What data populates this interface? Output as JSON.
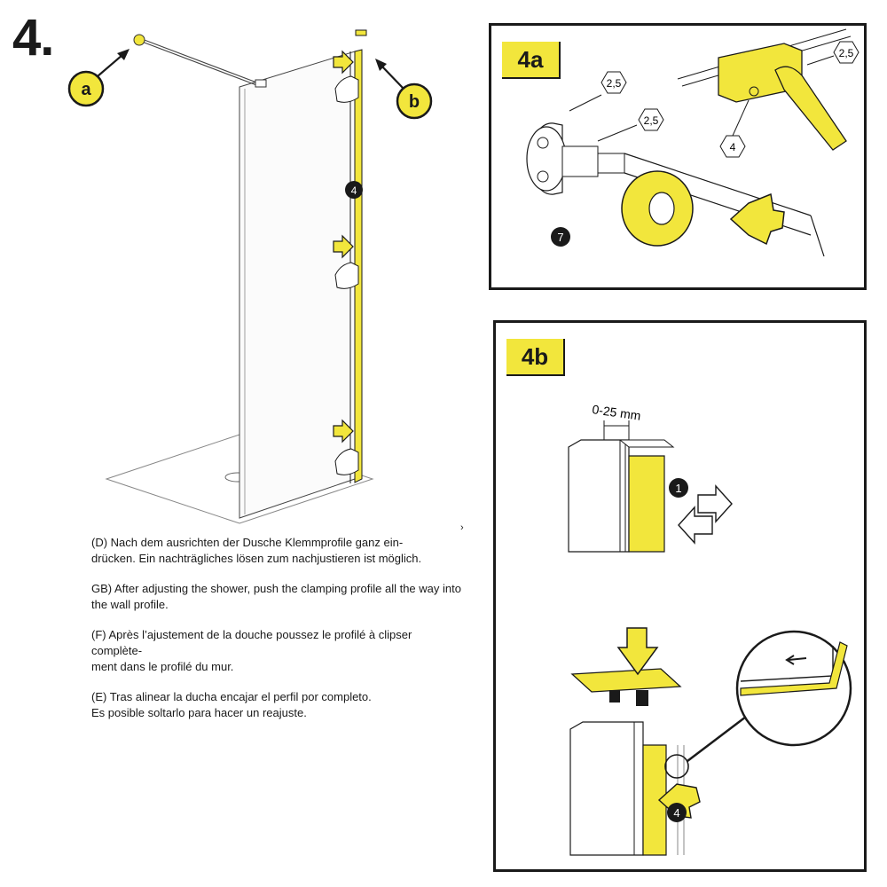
{
  "step": {
    "number": "4."
  },
  "main_figure": {
    "callout_a": "a",
    "callout_b": "b",
    "part_4": "4"
  },
  "panel_4a": {
    "tag": "4a",
    "dim_1": "2,5",
    "dim_2": "2,5",
    "dim_3": "2,5",
    "part_4": "4",
    "part_7": "7"
  },
  "panel_4b": {
    "tag": "4b",
    "gap_label": "0-25 mm",
    "part_1": "1",
    "part_4": "4"
  },
  "instructions": [
    {
      "lang": "D",
      "text": "(D) Nach dem ausrichten der Dusche Klemmprofile ganz ein-\ndrücken. Ein nachträgliches lösen zum nachjustieren ist möglich."
    },
    {
      "lang": "GB",
      "text": "GB) After adjusting the shower, push the clamping profile all the way into\nthe wall profile."
    },
    {
      "lang": "F",
      "text": "(F) Après l’ajustement de la douche poussez le profilé à clipser complète-\nment dans le profilé du mur."
    },
    {
      "lang": "E",
      "text": "(E) Tras alinear la ducha encajar el perfil por completo.\nEs posible soltarlo para hacer un reajuste."
    }
  ],
  "colors": {
    "accent_yellow": "#f2e63c",
    "ink": "#1a1a1a"
  }
}
